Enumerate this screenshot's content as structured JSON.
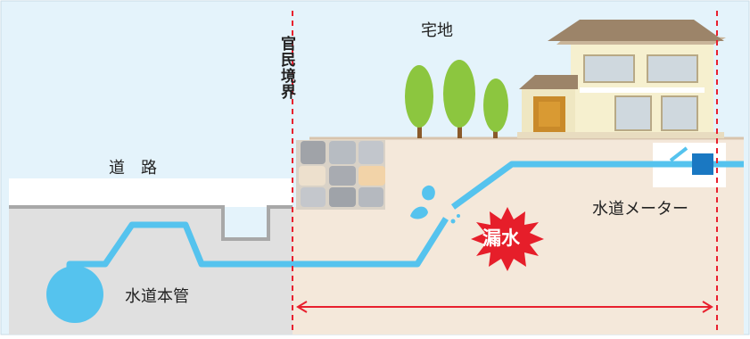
{
  "labels": {
    "road": "道路",
    "water_main": "水道本管",
    "meter": "水道メーター",
    "residential_lot": "宅地",
    "boundary": "官民境界",
    "leak": "漏水"
  },
  "colors": {
    "sky": "#e4f3fb",
    "road_surface": "#e0e0e0",
    "road_edge": "#a8a8a8",
    "ground": "#f4e8da",
    "ground_top": "#d8c4ad",
    "pipe": "#55c3ee",
    "boundary_line": "#e8202e",
    "leak_burst": "#e61e2a",
    "meter": "#1a78c2",
    "tree": "#8cc63f"
  }
}
